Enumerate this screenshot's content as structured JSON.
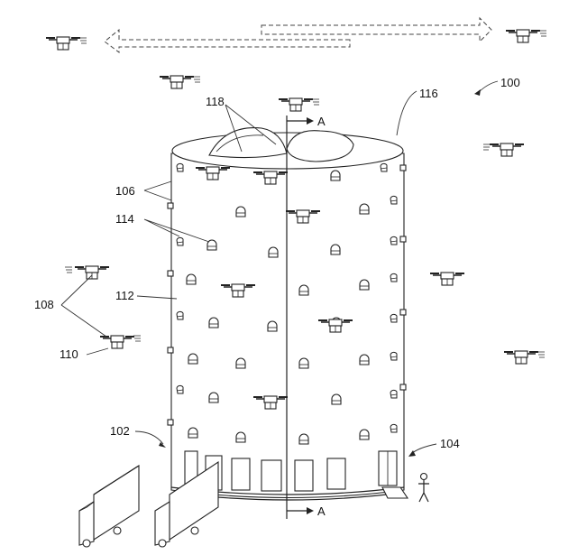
{
  "figure": {
    "labels": {
      "n100": "100",
      "n116": "116",
      "n118": "118",
      "n106": "106",
      "n114": "114",
      "n108": "108",
      "n112": "112",
      "n110": "110",
      "n102": "102",
      "n104": "104",
      "section_top": "A",
      "section_bottom": "A"
    },
    "icons": {
      "drone": "quadcopter-drone-icon",
      "truck": "delivery-truck-icon",
      "person": "person-icon",
      "door": "entrance-door-icon",
      "port": "drone-port-icon"
    }
  }
}
